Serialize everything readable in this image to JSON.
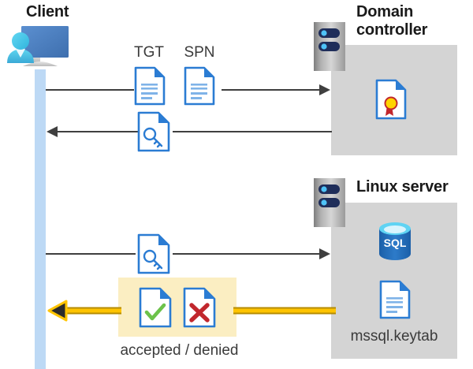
{
  "diagram": {
    "title_client": "Client",
    "title_domain_controller": "Domain\ncontroller",
    "title_domain_controller_line1": "Domain",
    "title_domain_controller_line2": "controller",
    "title_linux_server": "Linux server",
    "label_tgt": "TGT",
    "label_spn": "SPN",
    "label_keytab": "mssql.keytab",
    "label_result": "accepted / denied",
    "label_sql": "SQL"
  },
  "icons": {
    "client": "client-workstation-icon",
    "server_dc": "server-rack-icon",
    "server_linux": "server-rack-icon",
    "tgt_document": "document-icon",
    "spn_document": "document-icon",
    "ticket_key_1": "document-key-icon",
    "ticket_key_2": "document-key-icon",
    "certificate": "certificate-document-icon",
    "database": "sql-database-icon",
    "keytab_document": "document-icon",
    "accepted": "document-check-icon",
    "denied": "document-x-icon",
    "arrow_right_1": "arrow-right-icon",
    "arrow_left_1": "arrow-left-icon",
    "arrow_right_2": "arrow-right-icon",
    "arrow_left_yellow": "arrow-left-yellow-icon"
  },
  "colors": {
    "panel_gray": "#d4d4d4",
    "panel_yellow": "#fbeec2",
    "lifeline_blue": "#bdd9f5",
    "line_gray": "#3f3f3f",
    "arrow_yellow": "#ffc400",
    "arrow_yellow_dark": "#b58b00",
    "doc_blue": "#2b7cd3",
    "doc_blue_dark": "#1d6fc0",
    "monitor_blue": "#4a7fc1",
    "person_cyan": "#35bfe3",
    "sql_blue": "#1b5fa8",
    "sql_top": "#5fd3f3",
    "cert_gold": "#ffd400",
    "cert_red": "#c1272d",
    "check_green": "#6cc24a",
    "x_red": "#c1272d",
    "server_gray_light": "#cfcfcf",
    "server_gray_dark": "#8c8c8c",
    "server_pill_navy": "#1f2e5a",
    "server_pill_dot": "#4fc3f7",
    "text_dark": "#1a1a1a",
    "text_gray": "#3b3b3b"
  }
}
